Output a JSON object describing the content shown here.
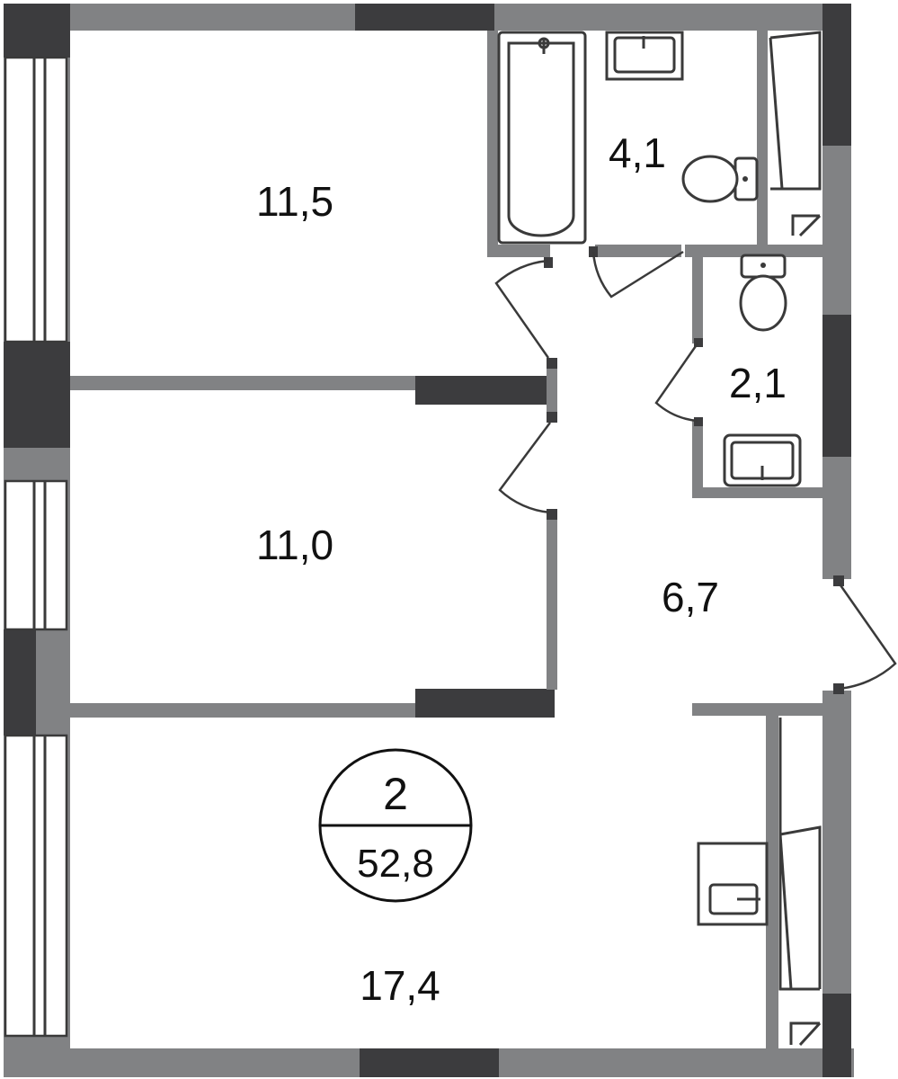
{
  "rooms": [
    {
      "id": "bedroom-1",
      "area": "11,5"
    },
    {
      "id": "bedroom-2",
      "area": "11,0"
    },
    {
      "id": "living-room",
      "area": "17,4"
    },
    {
      "id": "hallway",
      "area": "6,7"
    },
    {
      "id": "bathroom",
      "area": "4,1"
    },
    {
      "id": "toilet",
      "area": "2,1"
    }
  ],
  "apartment": {
    "room_count": "2",
    "total_area": "52,8"
  },
  "colors": {
    "wall": "#818284",
    "wall_dark": "#3c3c3e",
    "line": "#3a3a3a",
    "background": "#ffffff"
  }
}
